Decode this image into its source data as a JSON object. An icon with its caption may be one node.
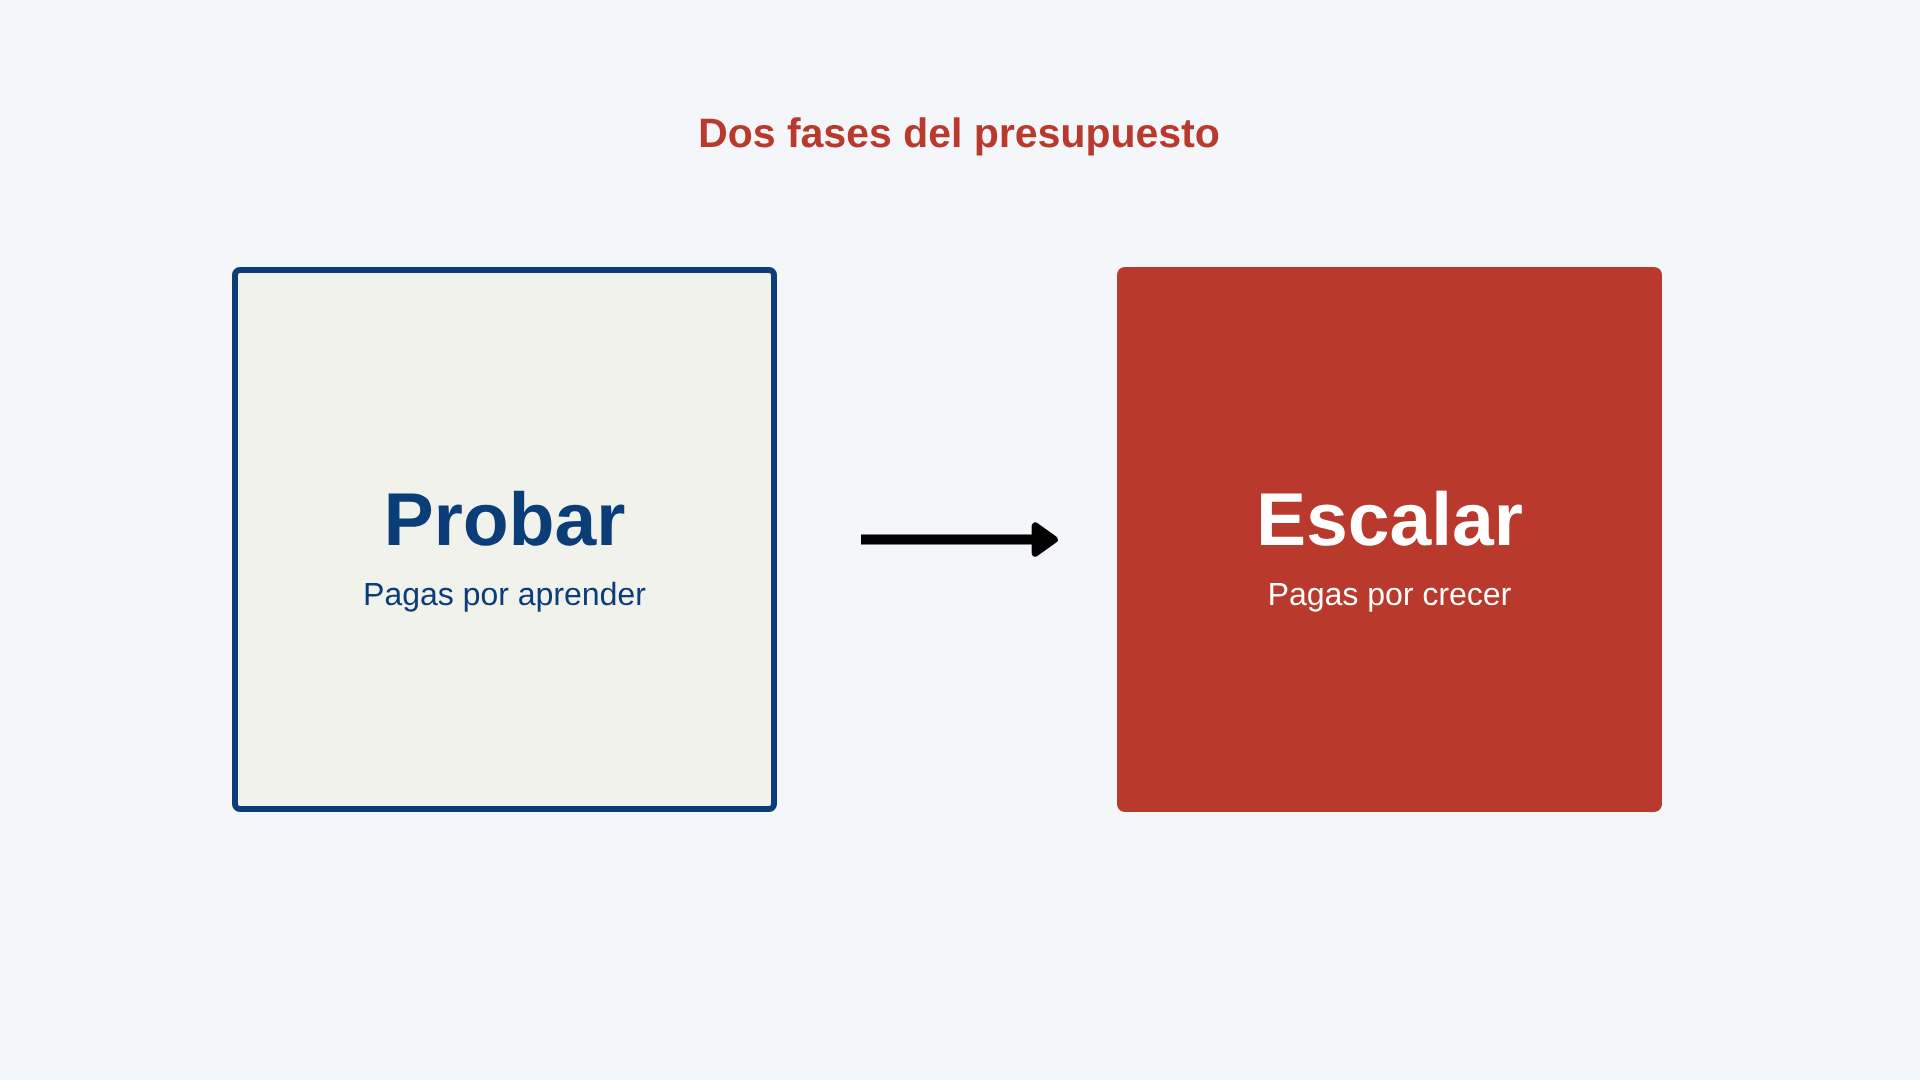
{
  "diagram": {
    "title": "Dos fases del presupuesto",
    "nodes": [
      {
        "text": [
          "Probar",
          "Pagas por aprender"
        ]
      },
      {
        "text": [
          "Escalar",
          "Pagas por crecer"
        ]
      }
    ],
    "edges": [
      {
        "from": 0,
        "to": 1,
        "arrow": "to"
      }
    ]
  }
}
